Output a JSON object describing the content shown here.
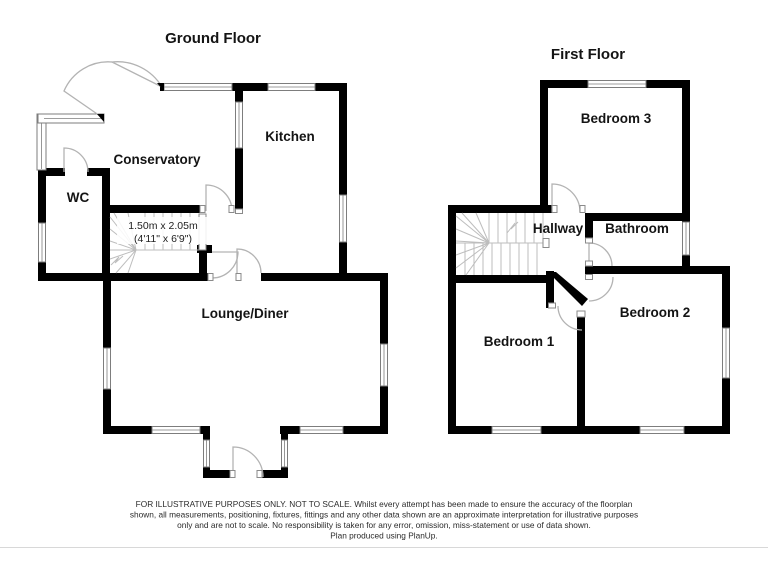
{
  "colors": {
    "wall": "#000000",
    "door_arc": "#b3b3b3",
    "stair_line": "#bdbdbd",
    "window_stroke": "#7d7d7d",
    "label_text": "#141414",
    "footer_text": "#2b2b2b",
    "bottom_rule": "#d8d8d8",
    "background": "#ffffff"
  },
  "ground_floor": {
    "title": "Ground Floor",
    "rooms": {
      "conservatory": "Conservatory",
      "kitchen": "Kitchen",
      "wc": "WC",
      "lounge_diner": "Lounge/Diner"
    },
    "stairs": {
      "dimensions_metric": "1.50m x 2.05m",
      "dimensions_imperial": "(4'11\" x 6'9\")"
    }
  },
  "first_floor": {
    "title": "First Floor",
    "rooms": {
      "bedroom1": "Bedroom 1",
      "bedroom2": "Bedroom 2",
      "bedroom3": "Bedroom 3",
      "hallway": "Hallway",
      "bathroom": "Bathroom"
    }
  },
  "footer": {
    "line1": "FOR ILLUSTRATIVE PURPOSES ONLY. NOT TO SCALE.  Whilst every attempt has been made to ensure the accuracy of the floorplan",
    "line2": "shown, all measurements, positioning, fixtures, fittings and any other data shown are an approximate interpretation for illustrative purposes",
    "line3": "only and are not to scale. No responsibility is taken for any error, omission, miss-statement or use of data shown.",
    "line4": "Plan produced using PlanUp."
  }
}
